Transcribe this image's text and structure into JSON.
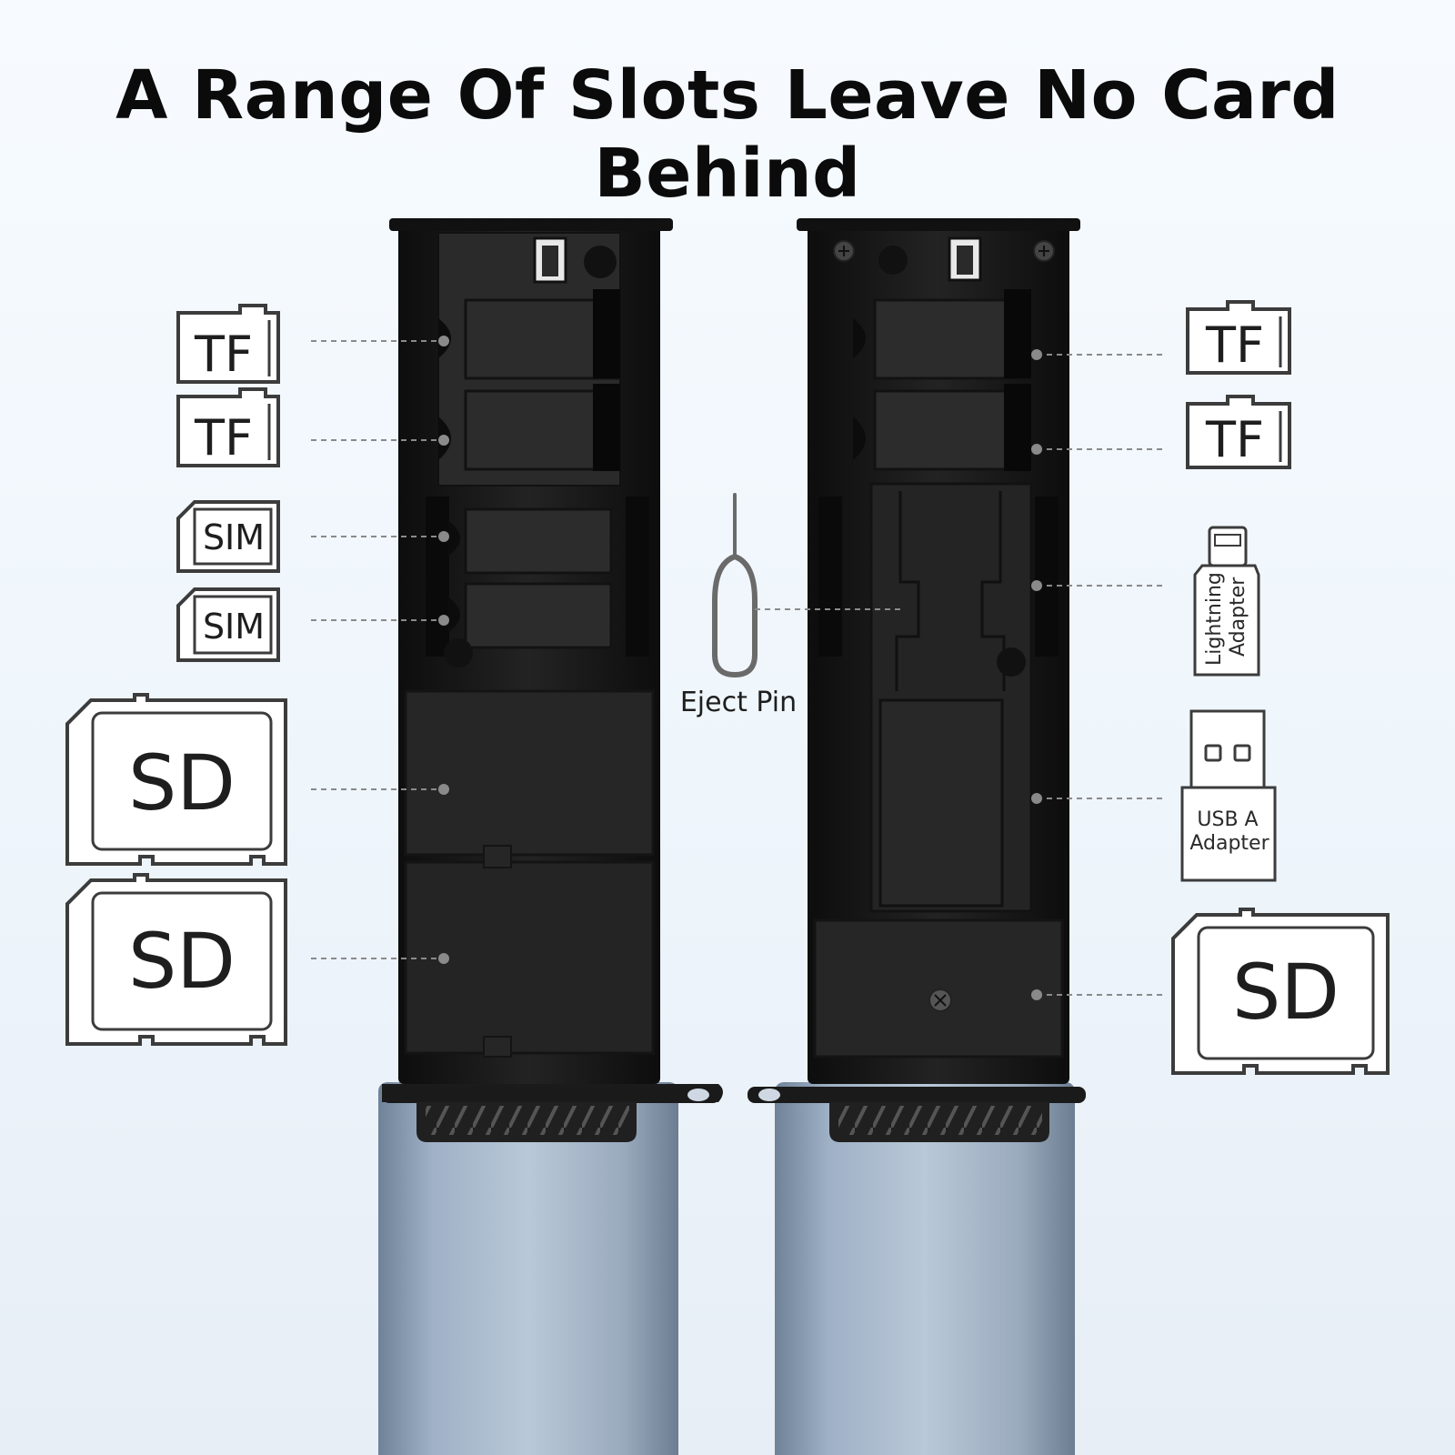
{
  "title": "A Range Of Slots Leave No Card Behind",
  "left_labels": [
    "TF",
    "TF",
    "SIM",
    "SIM",
    "SD",
    "SD"
  ],
  "right_labels": {
    "tf_1": "TF",
    "tf_2": "TF",
    "lightning_line1": "Lightning",
    "lightning_line2": "Adapter",
    "usb_line1": "USB A",
    "usb_line2": "Adapter",
    "sd": "SD"
  },
  "center_label": "Eject Pin",
  "colors": {
    "body_dark": "#1b1b1b",
    "slot_dark": "#2a2a2a",
    "aluminum": "#8a9db3",
    "outline": "#3c3c3c",
    "leader": "#8a8a8a"
  }
}
